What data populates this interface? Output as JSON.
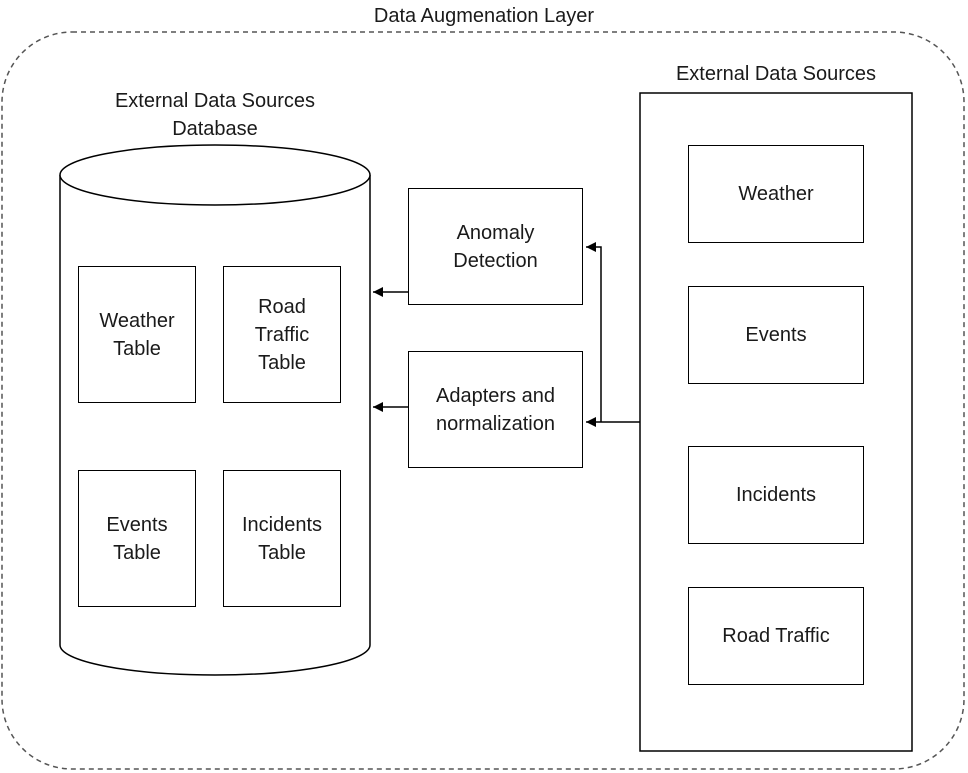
{
  "layer": {
    "title": "Data Augmenation Layer"
  },
  "database": {
    "title_line1": "External Data Sources",
    "title_line2": "Database",
    "tables": [
      {
        "line1": "Weather",
        "line2": "Table"
      },
      {
        "line1": "Road",
        "line2": "Traffic",
        "line3": "Table"
      },
      {
        "line1": "Events",
        "line2": "Table"
      },
      {
        "line1": "Incidents",
        "line2": "Table"
      }
    ]
  },
  "processing": {
    "anomaly": {
      "line1": "Anomaly",
      "line2": "Detection"
    },
    "adapters": {
      "line1": "Adapters and",
      "line2": "normalization"
    }
  },
  "sources": {
    "title": "External Data Sources",
    "items": [
      "Weather",
      "Events",
      "Incidents",
      "Road Traffic"
    ]
  }
}
